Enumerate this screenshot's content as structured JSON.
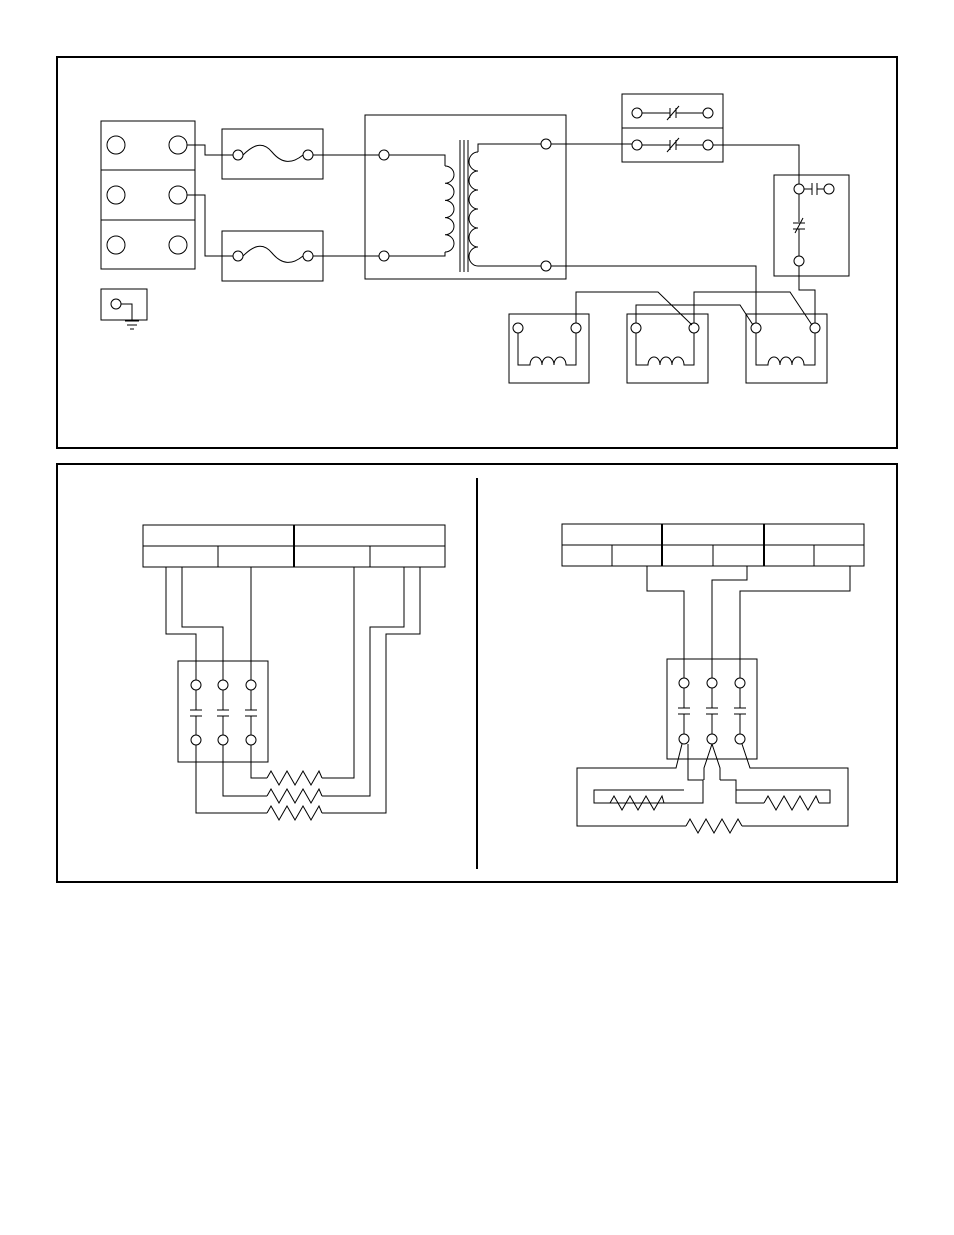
{
  "page": {
    "background": "#ffffff",
    "ink": "#000000"
  },
  "diagrams": [
    {
      "id": "control-circuit",
      "components": [
        "terminal-block",
        "ground-terminal",
        "fuse",
        "fuse",
        "transformer",
        "limit-switch",
        "limit-switch",
        "relay-contact",
        "relay-coil",
        "relay-coil",
        "relay-coil"
      ]
    },
    {
      "id": "single-phase-heater-wiring",
      "components": [
        "terminal-strip",
        "contactor",
        "resistor",
        "resistor",
        "resistor"
      ]
    },
    {
      "id": "three-phase-delta-heater-wiring",
      "components": [
        "terminal-strip",
        "contactor",
        "resistor",
        "resistor",
        "resistor"
      ]
    }
  ]
}
